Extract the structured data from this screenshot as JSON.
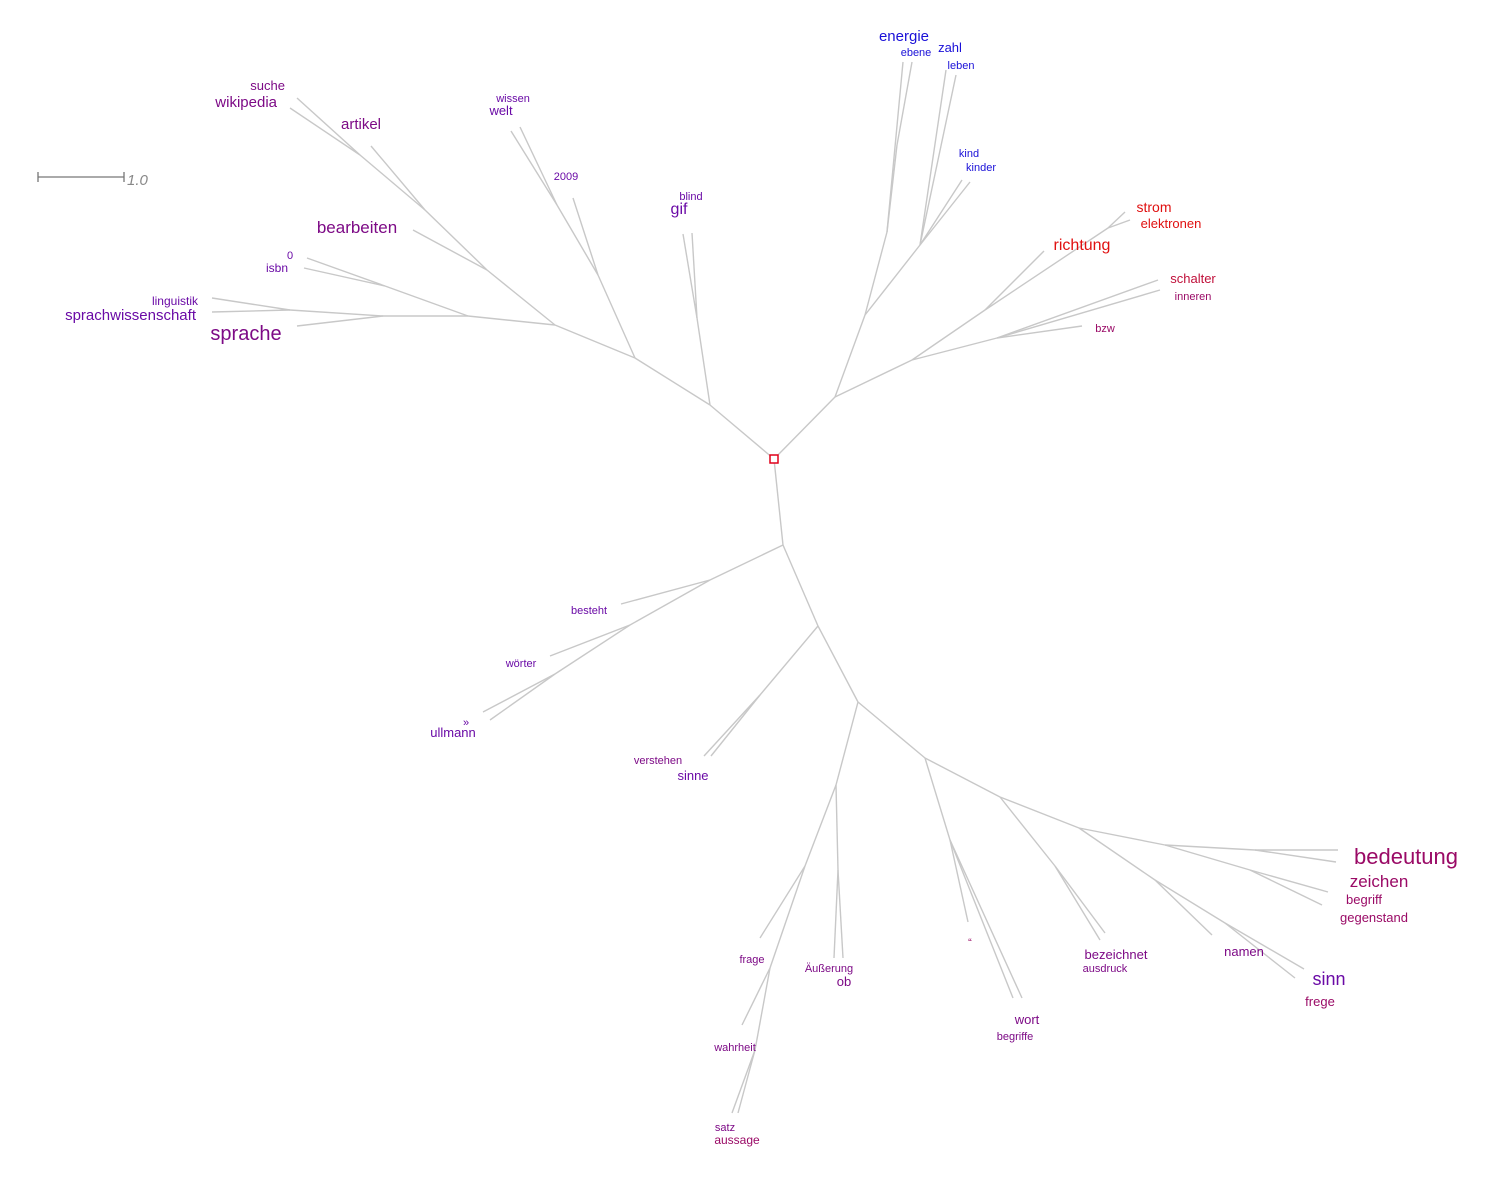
{
  "scale_bar": {
    "label": "1.0"
  },
  "colors": {
    "branch": "#c8c8c8",
    "root_marker": "#e0001a",
    "blue": "#1a10d8",
    "violet": "#6a0aa6",
    "purple": "#7d0a86",
    "magenta": "#9a0a66",
    "red": "#e01010",
    "crimson": "#c0103a"
  },
  "labels": [
    {
      "id": "suche",
      "text": "suche",
      "color": "purple"
    },
    {
      "id": "wikipedia",
      "text": "wikipedia",
      "color": "purple"
    },
    {
      "id": "artikel",
      "text": "artikel",
      "color": "purple"
    },
    {
      "id": "wissen",
      "text": "wissen",
      "color": "violet"
    },
    {
      "id": "welt",
      "text": "welt",
      "color": "violet"
    },
    {
      "id": "2009",
      "text": "2009",
      "color": "violet"
    },
    {
      "id": "blind",
      "text": "blind",
      "color": "violet"
    },
    {
      "id": "gif",
      "text": "gif",
      "color": "violet"
    },
    {
      "id": "energie",
      "text": "energie",
      "color": "blue"
    },
    {
      "id": "ebene",
      "text": "ebene",
      "color": "blue"
    },
    {
      "id": "zahl",
      "text": "zahl",
      "color": "blue"
    },
    {
      "id": "leben",
      "text": "leben",
      "color": "blue"
    },
    {
      "id": "kind",
      "text": "kind",
      "color": "blue"
    },
    {
      "id": "kinder",
      "text": "kinder",
      "color": "blue"
    },
    {
      "id": "strom",
      "text": "strom",
      "color": "red"
    },
    {
      "id": "elektronen",
      "text": "elektronen",
      "color": "red"
    },
    {
      "id": "richtung",
      "text": "richtung",
      "color": "red"
    },
    {
      "id": "schalter",
      "text": "schalter",
      "color": "crimson"
    },
    {
      "id": "inneren",
      "text": "inneren",
      "color": "magenta"
    },
    {
      "id": "bzw",
      "text": "bzw",
      "color": "magenta"
    },
    {
      "id": "bearbeiten",
      "text": "bearbeiten",
      "color": "purple"
    },
    {
      "id": "0",
      "text": "0",
      "color": "violet"
    },
    {
      "id": "isbn",
      "text": "isbn",
      "color": "violet"
    },
    {
      "id": "linguistik",
      "text": "linguistik",
      "color": "violet"
    },
    {
      "id": "sprachwissenschaft",
      "text": "sprachwissenschaft",
      "color": "violet"
    },
    {
      "id": "sprache",
      "text": "sprache",
      "color": "purple"
    },
    {
      "id": "besteht",
      "text": "besteht",
      "color": "violet"
    },
    {
      "id": "woerter",
      "text": "wörter",
      "color": "violet"
    },
    {
      "id": "guillemet",
      "text": "»",
      "color": "violet"
    },
    {
      "id": "ullmann",
      "text": "ullmann",
      "color": "violet"
    },
    {
      "id": "verstehen",
      "text": "verstehen",
      "color": "purple"
    },
    {
      "id": "sinne",
      "text": "sinne",
      "color": "violet"
    },
    {
      "id": "frage",
      "text": "frage",
      "color": "purple"
    },
    {
      "id": "aeusserung",
      "text": "Äußerung",
      "color": "purple"
    },
    {
      "id": "ob",
      "text": "ob",
      "color": "purple"
    },
    {
      "id": "wahrheit",
      "text": "wahrheit",
      "color": "purple"
    },
    {
      "id": "satz",
      "text": "satz",
      "color": "purple"
    },
    {
      "id": "aussage",
      "text": "aussage",
      "color": "magenta"
    },
    {
      "id": "quote",
      "text": "“",
      "color": "magenta"
    },
    {
      "id": "wort",
      "text": "wort",
      "color": "purple"
    },
    {
      "id": "begriffe",
      "text": "begriffe",
      "color": "purple"
    },
    {
      "id": "bezeichnet",
      "text": "bezeichnet",
      "color": "purple"
    },
    {
      "id": "ausdruck",
      "text": "ausdruck",
      "color": "purple"
    },
    {
      "id": "namen",
      "text": "namen",
      "color": "purple"
    },
    {
      "id": "sinn",
      "text": "sinn",
      "color": "violet"
    },
    {
      "id": "frege",
      "text": "frege",
      "color": "magenta"
    },
    {
      "id": "bedeutung",
      "text": "bedeutung",
      "color": "magenta"
    },
    {
      "id": "zeichen",
      "text": "zeichen",
      "color": "magenta"
    },
    {
      "id": "begriff",
      "text": "begriff",
      "color": "magenta"
    },
    {
      "id": "gegenstand",
      "text": "gegenstand",
      "color": "magenta"
    }
  ]
}
